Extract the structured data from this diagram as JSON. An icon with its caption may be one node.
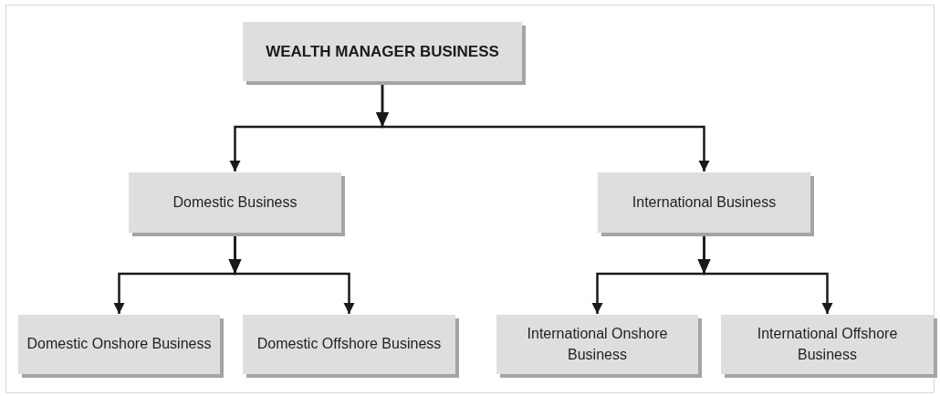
{
  "diagram": {
    "nodes": [
      {
        "text": [
          "WEALTH MANAGER BUSINESS"
        ]
      },
      {
        "text": [
          "Domestic Business"
        ]
      },
      {
        "text": [
          "International Business"
        ]
      },
      {
        "text": [
          "Domestic Onshore Business"
        ]
      },
      {
        "text": [
          "Domestic Offshore Business"
        ]
      },
      {
        "text": [
          "International Onshore Business"
        ]
      },
      {
        "text": [
          "International Offshore Business"
        ]
      }
    ],
    "edges": [
      {
        "from": 0,
        "to": 1,
        "arrow": "to"
      },
      {
        "from": 0,
        "to": 2,
        "arrow": "to"
      },
      {
        "from": 1,
        "to": 3,
        "arrow": "to"
      },
      {
        "from": 1,
        "to": 4,
        "arrow": "to"
      },
      {
        "from": 2,
        "to": 5,
        "arrow": "to"
      },
      {
        "from": 2,
        "to": 6,
        "arrow": "to"
      }
    ]
  }
}
